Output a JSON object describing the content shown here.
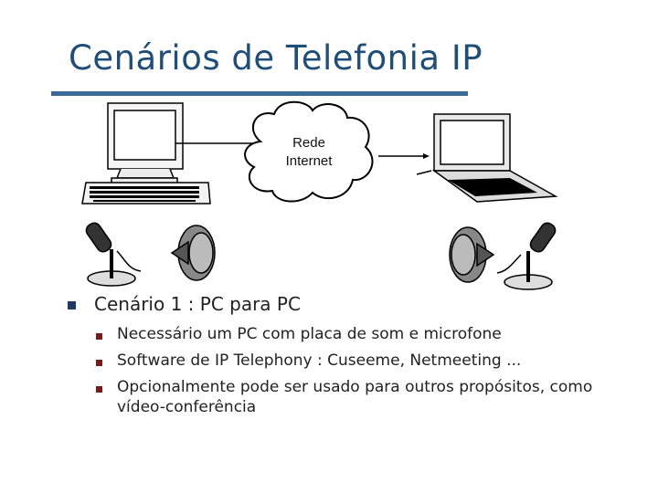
{
  "slide": {
    "title": "Cenários de Telefonia IP"
  },
  "diagram": {
    "cloud_line1": "Rede",
    "cloud_line2": "Internet"
  },
  "bullets": {
    "main": "Cenário 1 : PC para PC",
    "sub": [
      "Necessário um PC com placa de som e microfone",
      "Software de IP Telephony : Cuseeme, Netmeeting ...",
      "Opcionalmente pode ser usado para outros propósitos, como vídeo-conferência"
    ]
  },
  "colors": {
    "title": "#1f4e79",
    "rule": "#3a6a9a",
    "bullet_main": "#1f3a5f",
    "bullet_sub": "#7b1a1a"
  }
}
